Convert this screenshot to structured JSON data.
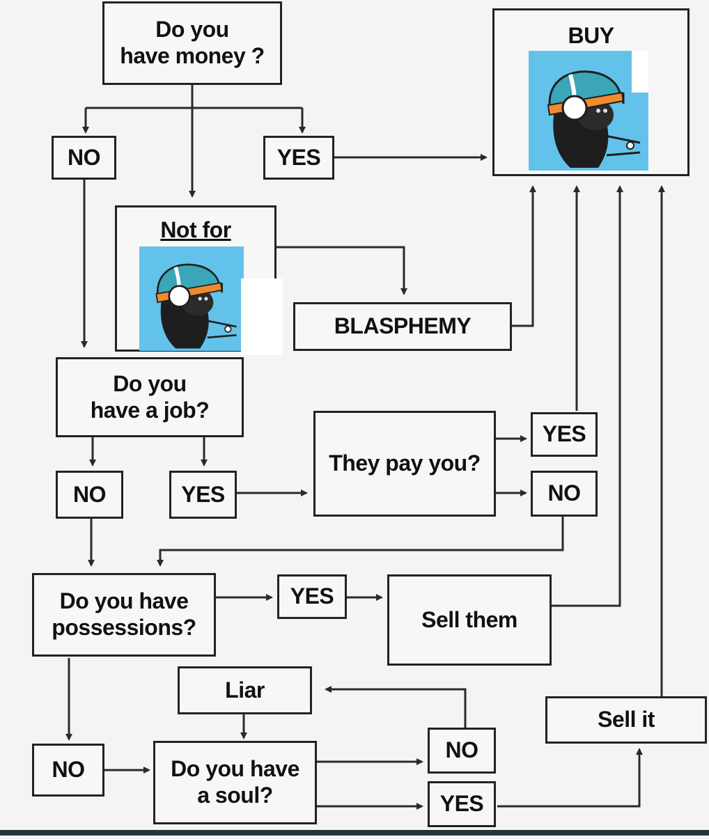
{
  "nodes": {
    "have_money": "Do you\nhave money ?",
    "buy": "BUY",
    "no_1": "NO",
    "yes_1": "YES",
    "not_for": "Not for",
    "blasphemy": "BLASPHEMY",
    "have_job": "Do you\nhave a job?",
    "they_pay": "They pay you?",
    "yes_pay": "YES",
    "no_pay": "NO",
    "no_2": "NO",
    "yes_2": "YES",
    "have_possessions": "Do you have\npossessions?",
    "yes_3": "YES",
    "sell_them": "Sell them",
    "liar": "Liar",
    "sell_it": "Sell it",
    "no_3": "NO",
    "have_soul": "Do you have\na soul?",
    "no_soul": "NO",
    "yes_soul": "YES"
  },
  "colors": {
    "avatar_bg": "#63c2ea",
    "helmet": "#3aa6b8",
    "helmet_band": "#f08a2e",
    "face": "#2b2b2b",
    "line": "#2a2a2a"
  },
  "icons": [
    "character-avatar-icon"
  ]
}
